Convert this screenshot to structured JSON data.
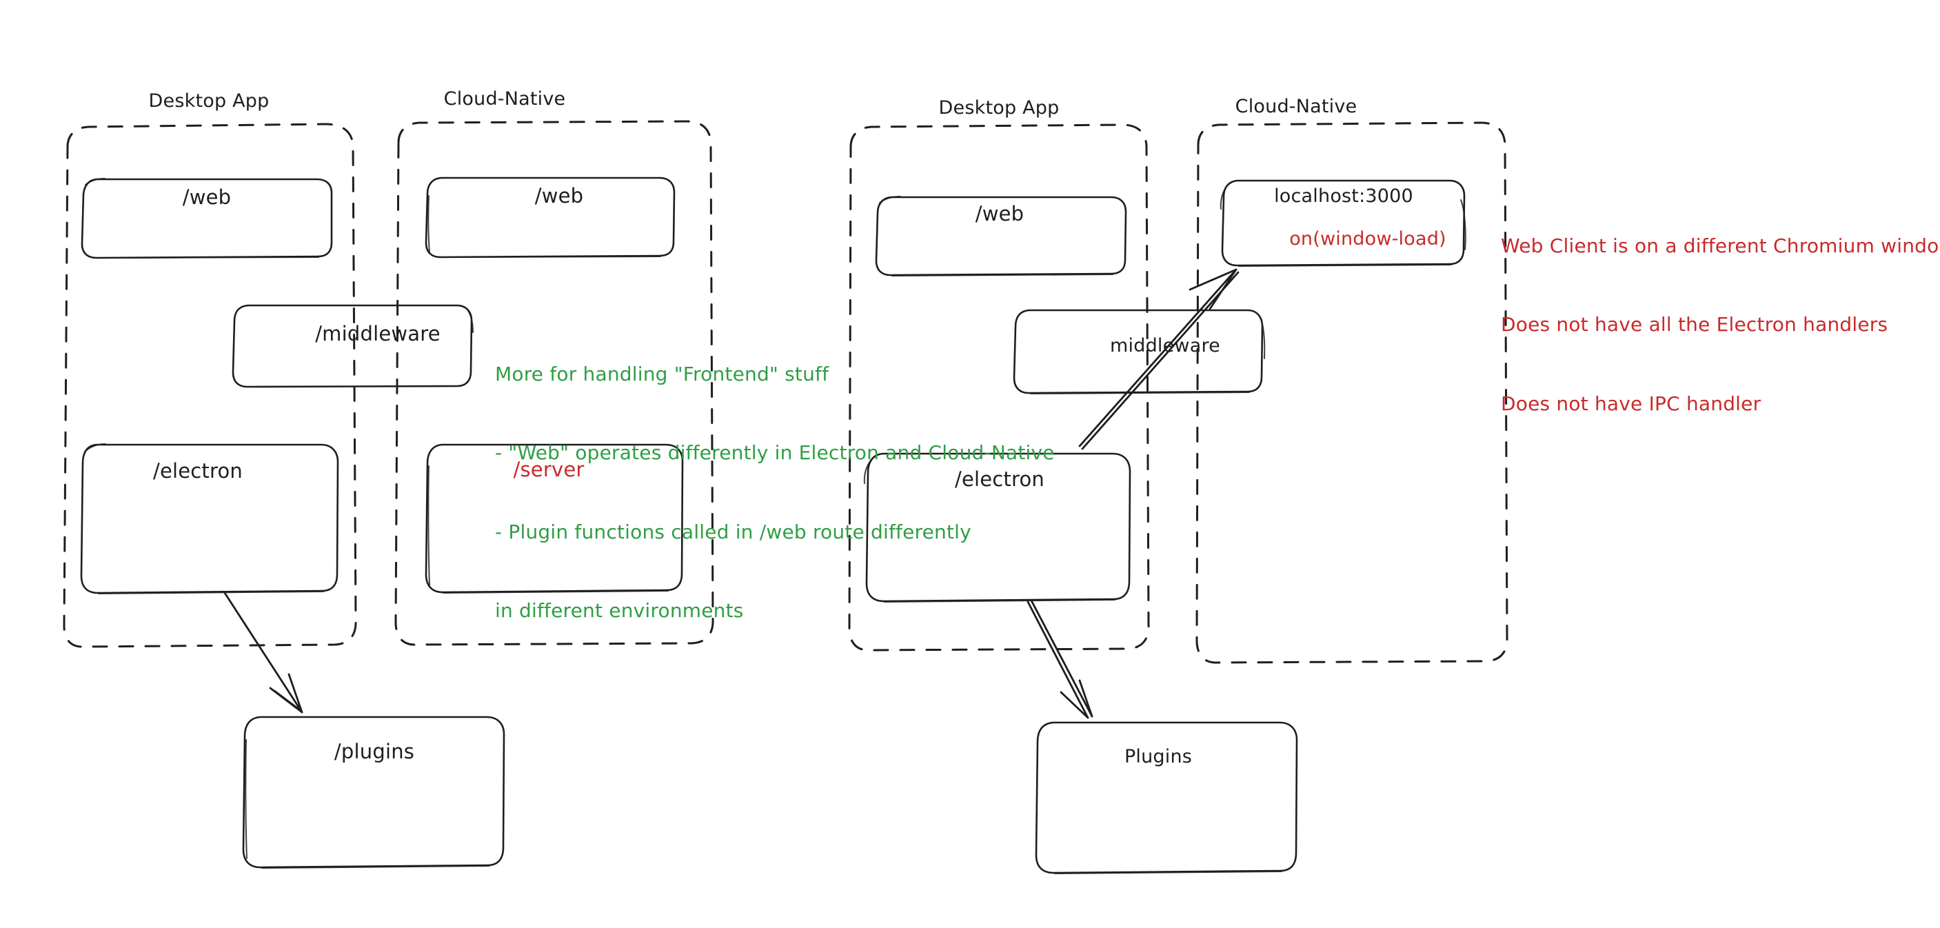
{
  "diagram": {
    "title_style": "hand-drawn whiteboard sketch",
    "background": "#ffffff",
    "colors": {
      "stroke": "#1e1e1e",
      "green": "#2f9e44",
      "red": "#c92a2a"
    },
    "panels": [
      {
        "id": "left-desktop-app",
        "title": "Desktop App",
        "boxes": [
          {
            "id": "left-web",
            "label": "/web",
            "color": "#1e1e1e"
          },
          {
            "id": "left-electron",
            "label": "/electron",
            "color": "#1e1e1e"
          }
        ]
      },
      {
        "id": "left-cloud-native",
        "title": "Cloud-Native",
        "boxes": [
          {
            "id": "left-cn-web",
            "label": "/web",
            "color": "#1e1e1e"
          },
          {
            "id": "left-server",
            "label": "/server",
            "color": "#c92a2a"
          }
        ]
      },
      {
        "id": "right-desktop-app",
        "title": "Desktop App",
        "boxes": [
          {
            "id": "right-web",
            "label": "/web",
            "color": "#1e1e1e"
          },
          {
            "id": "right-electron",
            "label": "/electron",
            "color": "#1e1e1e"
          }
        ]
      },
      {
        "id": "right-cloud-native",
        "title": "Cloud-Native",
        "boxes": [
          {
            "id": "right-localhost",
            "label": "localhost:3000",
            "sublabel": "on(window-load)",
            "color": "#1e1e1e",
            "sublabel_color": "#c92a2a"
          }
        ]
      }
    ],
    "straddle_boxes": [
      {
        "id": "left-middleware",
        "label": "/middleware"
      },
      {
        "id": "right-middleware",
        "label": "middleware"
      }
    ],
    "bottom_boxes": [
      {
        "id": "left-plugins",
        "label": "/plugins"
      },
      {
        "id": "right-plugins",
        "label": "Plugins"
      }
    ],
    "annotations": {
      "green_note": {
        "color": "#2f9e44",
        "lines": [
          "More for handling \"Frontend\" stuff",
          "- \"Web\" operates differently in Electron and Cloud-Native",
          "- Plugin functions called in /web route differently",
          "in different environments"
        ]
      },
      "red_note": {
        "color": "#c92a2a",
        "lines": [
          "Web Client is on a different Chromium window",
          "Does not have all the Electron handlers",
          "Does not have IPC handler"
        ]
      }
    },
    "arrows": [
      {
        "id": "arrow-left-electron-to-plugins",
        "from": "left-electron",
        "to": "left-plugins"
      },
      {
        "id": "arrow-right-electron-to-localhost",
        "from": "right-electron",
        "to": "right-localhost"
      },
      {
        "id": "arrow-right-electron-to-plugins",
        "from": "right-electron",
        "to": "right-plugins"
      }
    ]
  }
}
